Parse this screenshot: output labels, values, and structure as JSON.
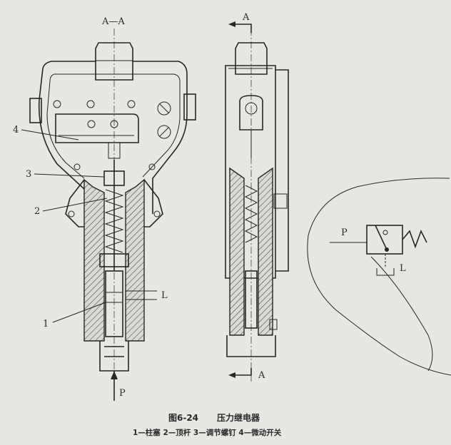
{
  "section_mark_left": "A—A",
  "section_mark_top": "A",
  "section_mark_bottom": "A",
  "callouts": {
    "label_1": "1",
    "label_2": "2",
    "label_3": "3",
    "label_4": "4",
    "port_pressure": "P",
    "port_leak": "L"
  },
  "symbol": {
    "port_pressure": "P",
    "port_leak": "L"
  },
  "caption": {
    "figure_number": "图6-24",
    "title": "压力继电器",
    "legend": "1—柱塞  2—顶杆  3—调节螺钉  4—微动开关"
  },
  "colors": {
    "paper": "#e6e8e4",
    "ink": "#262626"
  }
}
